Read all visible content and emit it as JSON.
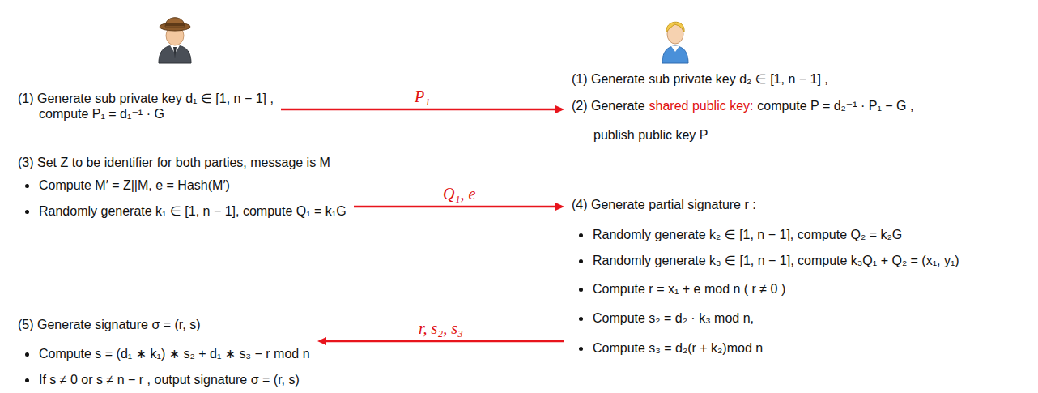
{
  "diagram": {
    "nodes": [
      {
        "text": [
          "(1) Generate sub private key d₁ ∈ [1, n − 1] ,",
          "compute P₁ = d₁⁻¹ · G"
        ]
      },
      {
        "text": [
          "(1) Generate sub private key d₂ ∈ [1, n − 1] ,",
          "(2) Generate",
          "shared public key:",
          "compute P = d₂⁻¹ · P₁ − G ,",
          "publish public key P"
        ]
      },
      {
        "text": [
          "(3) Set Z to be identifier for both parties, message is M",
          "Compute M′ = Z||M, e = Hash(M′)",
          "Randomly generate k₁ ∈ [1, n − 1], compute Q₁ = k₁G"
        ]
      },
      {
        "text": [
          "(4) Generate partial signature r :",
          "Randomly generate k₂ ∈ [1, n − 1], compute Q₂ = k₂G",
          "Randomly generate k₃ ∈ [1, n − 1], compute k₃Q₁ + Q₂ = (x₁, y₁)",
          "Compute r = x₁ + e mod n ( r ≠ 0 )",
          "Compute s₂ = d₂ · k₃ mod n,",
          "Compute s₃ = d₂(r + k₂)mod n"
        ]
      },
      {
        "text": [
          "(5) Generate signature σ = (r, s)",
          "Compute s = (d₁ ∗ k₁) ∗ s₂ + d₁ ∗ s₃ − r mod n",
          "If s ≠ 0 or s ≠ n − r , output signature σ = (r, s)"
        ]
      }
    ],
    "edges": [
      {
        "from": 0,
        "to": 1,
        "arrow": "to",
        "label": "P₁"
      },
      {
        "from": 2,
        "to": 3,
        "arrow": "to",
        "label": "Q₁, e"
      },
      {
        "from": 3,
        "to": 4,
        "arrow": "to",
        "label": "r, s₂, s₃"
      }
    ]
  }
}
